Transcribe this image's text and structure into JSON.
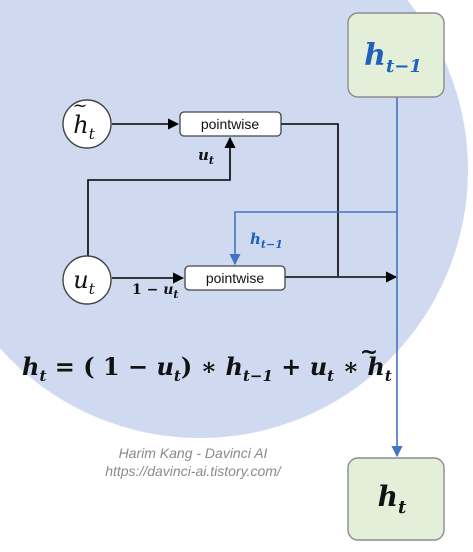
{
  "colors": {
    "background_circle": "#cfdaf0",
    "node_fill": "#e3efd9",
    "node_stroke": "#8c8c8c",
    "blue_line": "#4472c4",
    "black_line": "#000000",
    "h_prev_text": "#1f5fbf",
    "h_prev_label": "#1f5fbf"
  },
  "nodes": {
    "h_prev": {
      "base": "h",
      "sub": "t−1"
    },
    "h_out": {
      "base": "h",
      "sub": "t"
    },
    "h_tilde": {
      "base": "h",
      "sub": "t",
      "accent": "~"
    },
    "u": {
      "base": "u",
      "sub": "t"
    }
  },
  "ops": {
    "top": {
      "label": "pointwise"
    },
    "bottom": {
      "label": "pointwise"
    }
  },
  "edge_labels": {
    "u_to_top": {
      "base": "u",
      "sub": "t"
    },
    "one_minus_u": {
      "prefix": "1 − ",
      "base": "u",
      "sub": "t"
    },
    "h_prev_feed": {
      "base": "h",
      "sub": "t−1"
    }
  },
  "equation": {
    "lhs_base": "h",
    "lhs_sub": "t",
    "eq": " = ( ",
    "one": "1",
    "minus": " − ",
    "u1_base": "u",
    "u1_sub": "t",
    "close": ") ∗ ",
    "h1_base": "h",
    "h1_sub": "t−1",
    "plus": " + ",
    "u2_base": "u",
    "u2_sub": "t",
    "star": " ∗ ",
    "h2_base": "h",
    "h2_sub": "t",
    "h2_accent": "~"
  },
  "credit": {
    "line1": "Harim Kang - Davinci AI",
    "line2": "https://davinci-ai.tistory.com/"
  }
}
